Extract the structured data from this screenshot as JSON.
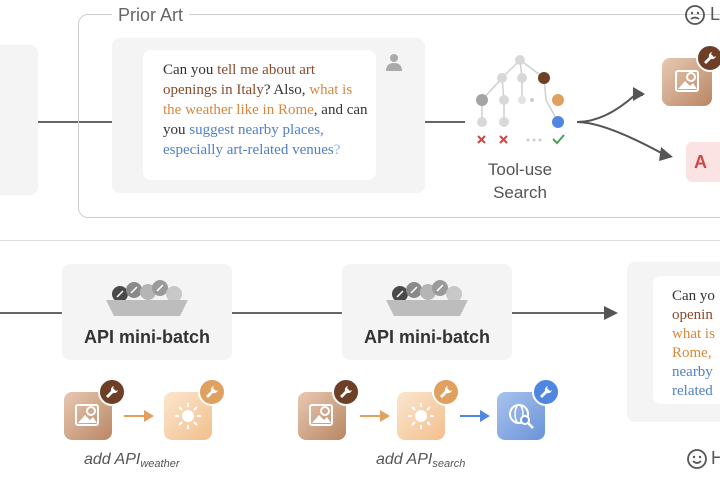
{
  "prior_art": {
    "label": "Prior Art",
    "corner_letter": "L",
    "chat": {
      "part1": "Can you ",
      "part2": "tell me about art openings in Italy",
      "part3": "? Also, ",
      "part4": "what is the weather like in Rome",
      "part5": ", and can you ",
      "part6": "suggest nearby places, especially art-related venues",
      "part7": "?"
    },
    "tool_label_line1": "Tool-use",
    "tool_label_line2": "Search",
    "partial_tile_text": "A"
  },
  "bottom": {
    "batch1_label": "API mini-batch",
    "batch2_label": "API mini-batch",
    "caption1_main": "add API",
    "caption1_sub": "weather",
    "caption2_main": "add API",
    "caption2_sub": "search",
    "corner_letter": "H",
    "right_lines": [
      "Can yo",
      "openin",
      "what is",
      "Rome,",
      "nearby",
      "related"
    ]
  },
  "colors": {
    "orange": "#d9873a",
    "brown": "#8c4a2a",
    "blue": "#4f7fc8",
    "red": "#d24646",
    "green": "#4aa25a"
  },
  "icons": [
    "user-icon",
    "tree-search-icon",
    "image-search-icon",
    "weather-sun-icon",
    "web-search-icon",
    "wrench-icon",
    "smile-face-icon",
    "neutral-face-icon",
    "stone-basket-icon"
  ]
}
